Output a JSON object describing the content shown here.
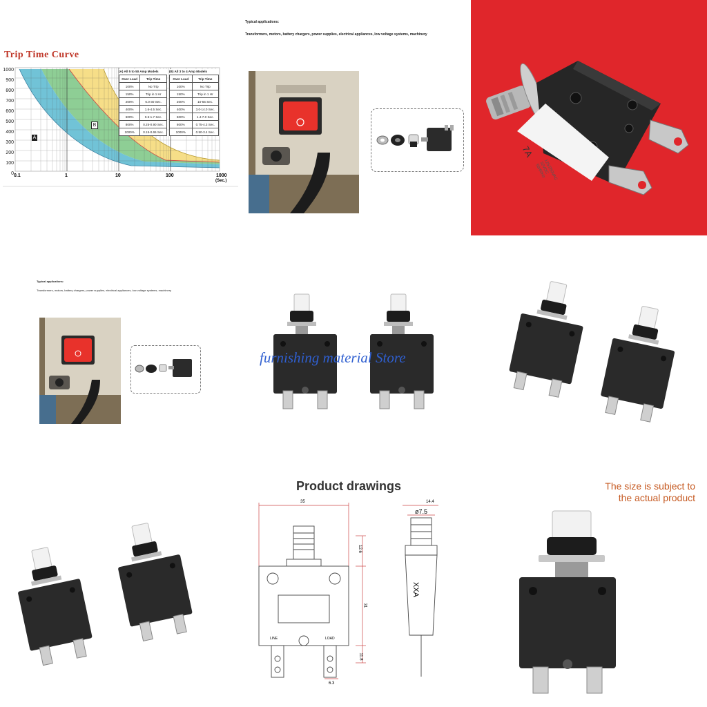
{
  "trip_curve": {
    "title": "Trip Time Curve",
    "y_ticks": [
      "1000",
      "900",
      "800",
      "700",
      "600",
      "500",
      "400",
      "300",
      "200",
      "100",
      "0"
    ],
    "x_ticks": [
      "0.1",
      "1",
      "10",
      "100",
      "1000"
    ],
    "x_unit": "(Sec.)",
    "label_a": "A",
    "label_b": "B",
    "table_a": {
      "heading": "(A) All 5 to 50 Amp Models",
      "columns": [
        "Over Load",
        "Trip Time"
      ],
      "rows": [
        [
          "100%",
          "No Trip"
        ],
        [
          "150%",
          "Trip in 1 Hr"
        ],
        [
          "200%",
          "6.0-30 Sec."
        ],
        [
          "400%",
          "1.6-4.5 Sec."
        ],
        [
          "600%",
          "0.6-1.7 Sec."
        ],
        [
          "800%",
          "0.25-0.90 Sec."
        ],
        [
          "1000%",
          "0.15-0.65 Sec."
        ]
      ]
    },
    "table_b": {
      "heading": "(B) All 3 to 4 Amp Models",
      "columns": [
        "Over Load",
        "Trip Time"
      ],
      "rows": [
        [
          "100%",
          "No Trip"
        ],
        [
          "150%",
          "Trip in 1 Hr"
        ],
        [
          "200%",
          "10-55 Sec."
        ],
        [
          "400%",
          "3.0-14.0 Sec."
        ],
        [
          "600%",
          "1.4-7.0 Sec."
        ],
        [
          "800%",
          "0.75-4.3 Sec."
        ],
        [
          "1000%",
          "0.50-3.4 Sec."
        ]
      ]
    }
  },
  "applications_top": {
    "heading": "Typical applications:",
    "text": "Transformers, motors, battery chargers, power supplies, electrical appliances, low voltage systems, machinery"
  },
  "applications_mid": {
    "heading": "Typical applications:",
    "text": "Transformers, motors, battery chargers, power supplies, electrical appliances, low voltage systems, machinery"
  },
  "breaker_label": {
    "rating": "7A",
    "spec_lines": [
      "125/250VAC",
      "32VDC",
      "50/60Hz"
    ]
  },
  "watermark": "furnishing material Store",
  "drawings": {
    "title": "Product drawings",
    "width": "35",
    "side_width": "14.4",
    "diameter": "ø7.5",
    "dim_top": "12.6",
    "dim_body": "31",
    "dim_terminal": "11.8",
    "dim_tab": "6.3",
    "line_label": "LINE",
    "load_label": "LOAD",
    "side_text": "XXA"
  },
  "size_note": {
    "line1": "The size is subject to",
    "line2": "the actual product"
  },
  "colors": {
    "red_bg": "#e0262b",
    "curve_blue": "#58b8d0",
    "curve_green": "#72c27a",
    "curve_yellow": "#f4d873",
    "title_red": "#c0392b",
    "note_orange": "#c65a22",
    "watermark_blue": "#2f5fd0"
  }
}
